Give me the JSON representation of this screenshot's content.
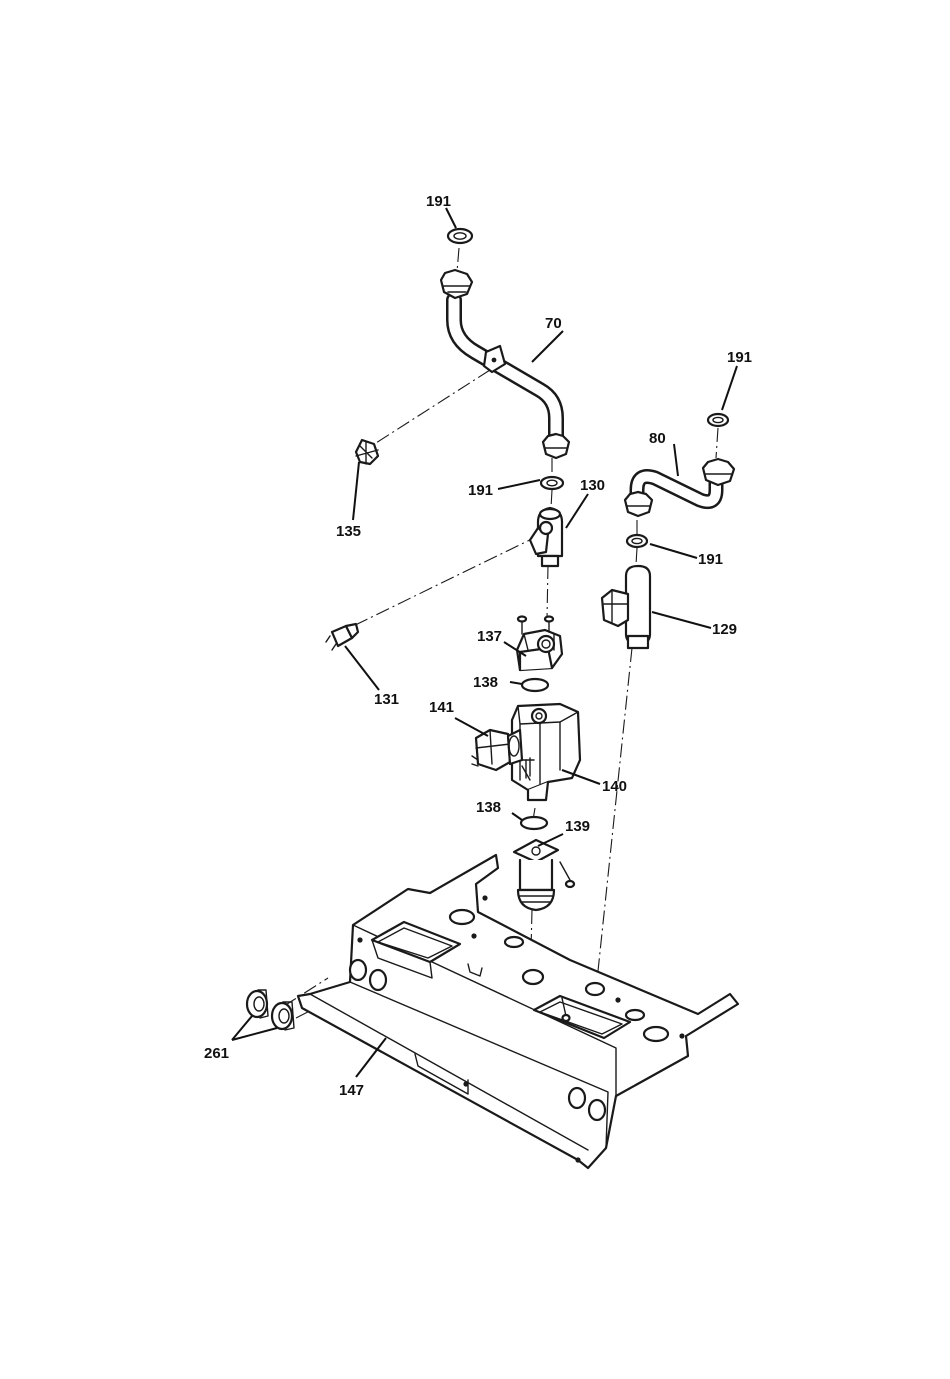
{
  "callouts": {
    "n191": "191",
    "n70": "70",
    "n80": "80",
    "n135": "135",
    "n130": "130",
    "n129": "129",
    "n131": "131",
    "n137": "137",
    "n138": "138",
    "n141": "141",
    "n140": "140",
    "n139": "139",
    "n261": "261",
    "n147": "147"
  }
}
